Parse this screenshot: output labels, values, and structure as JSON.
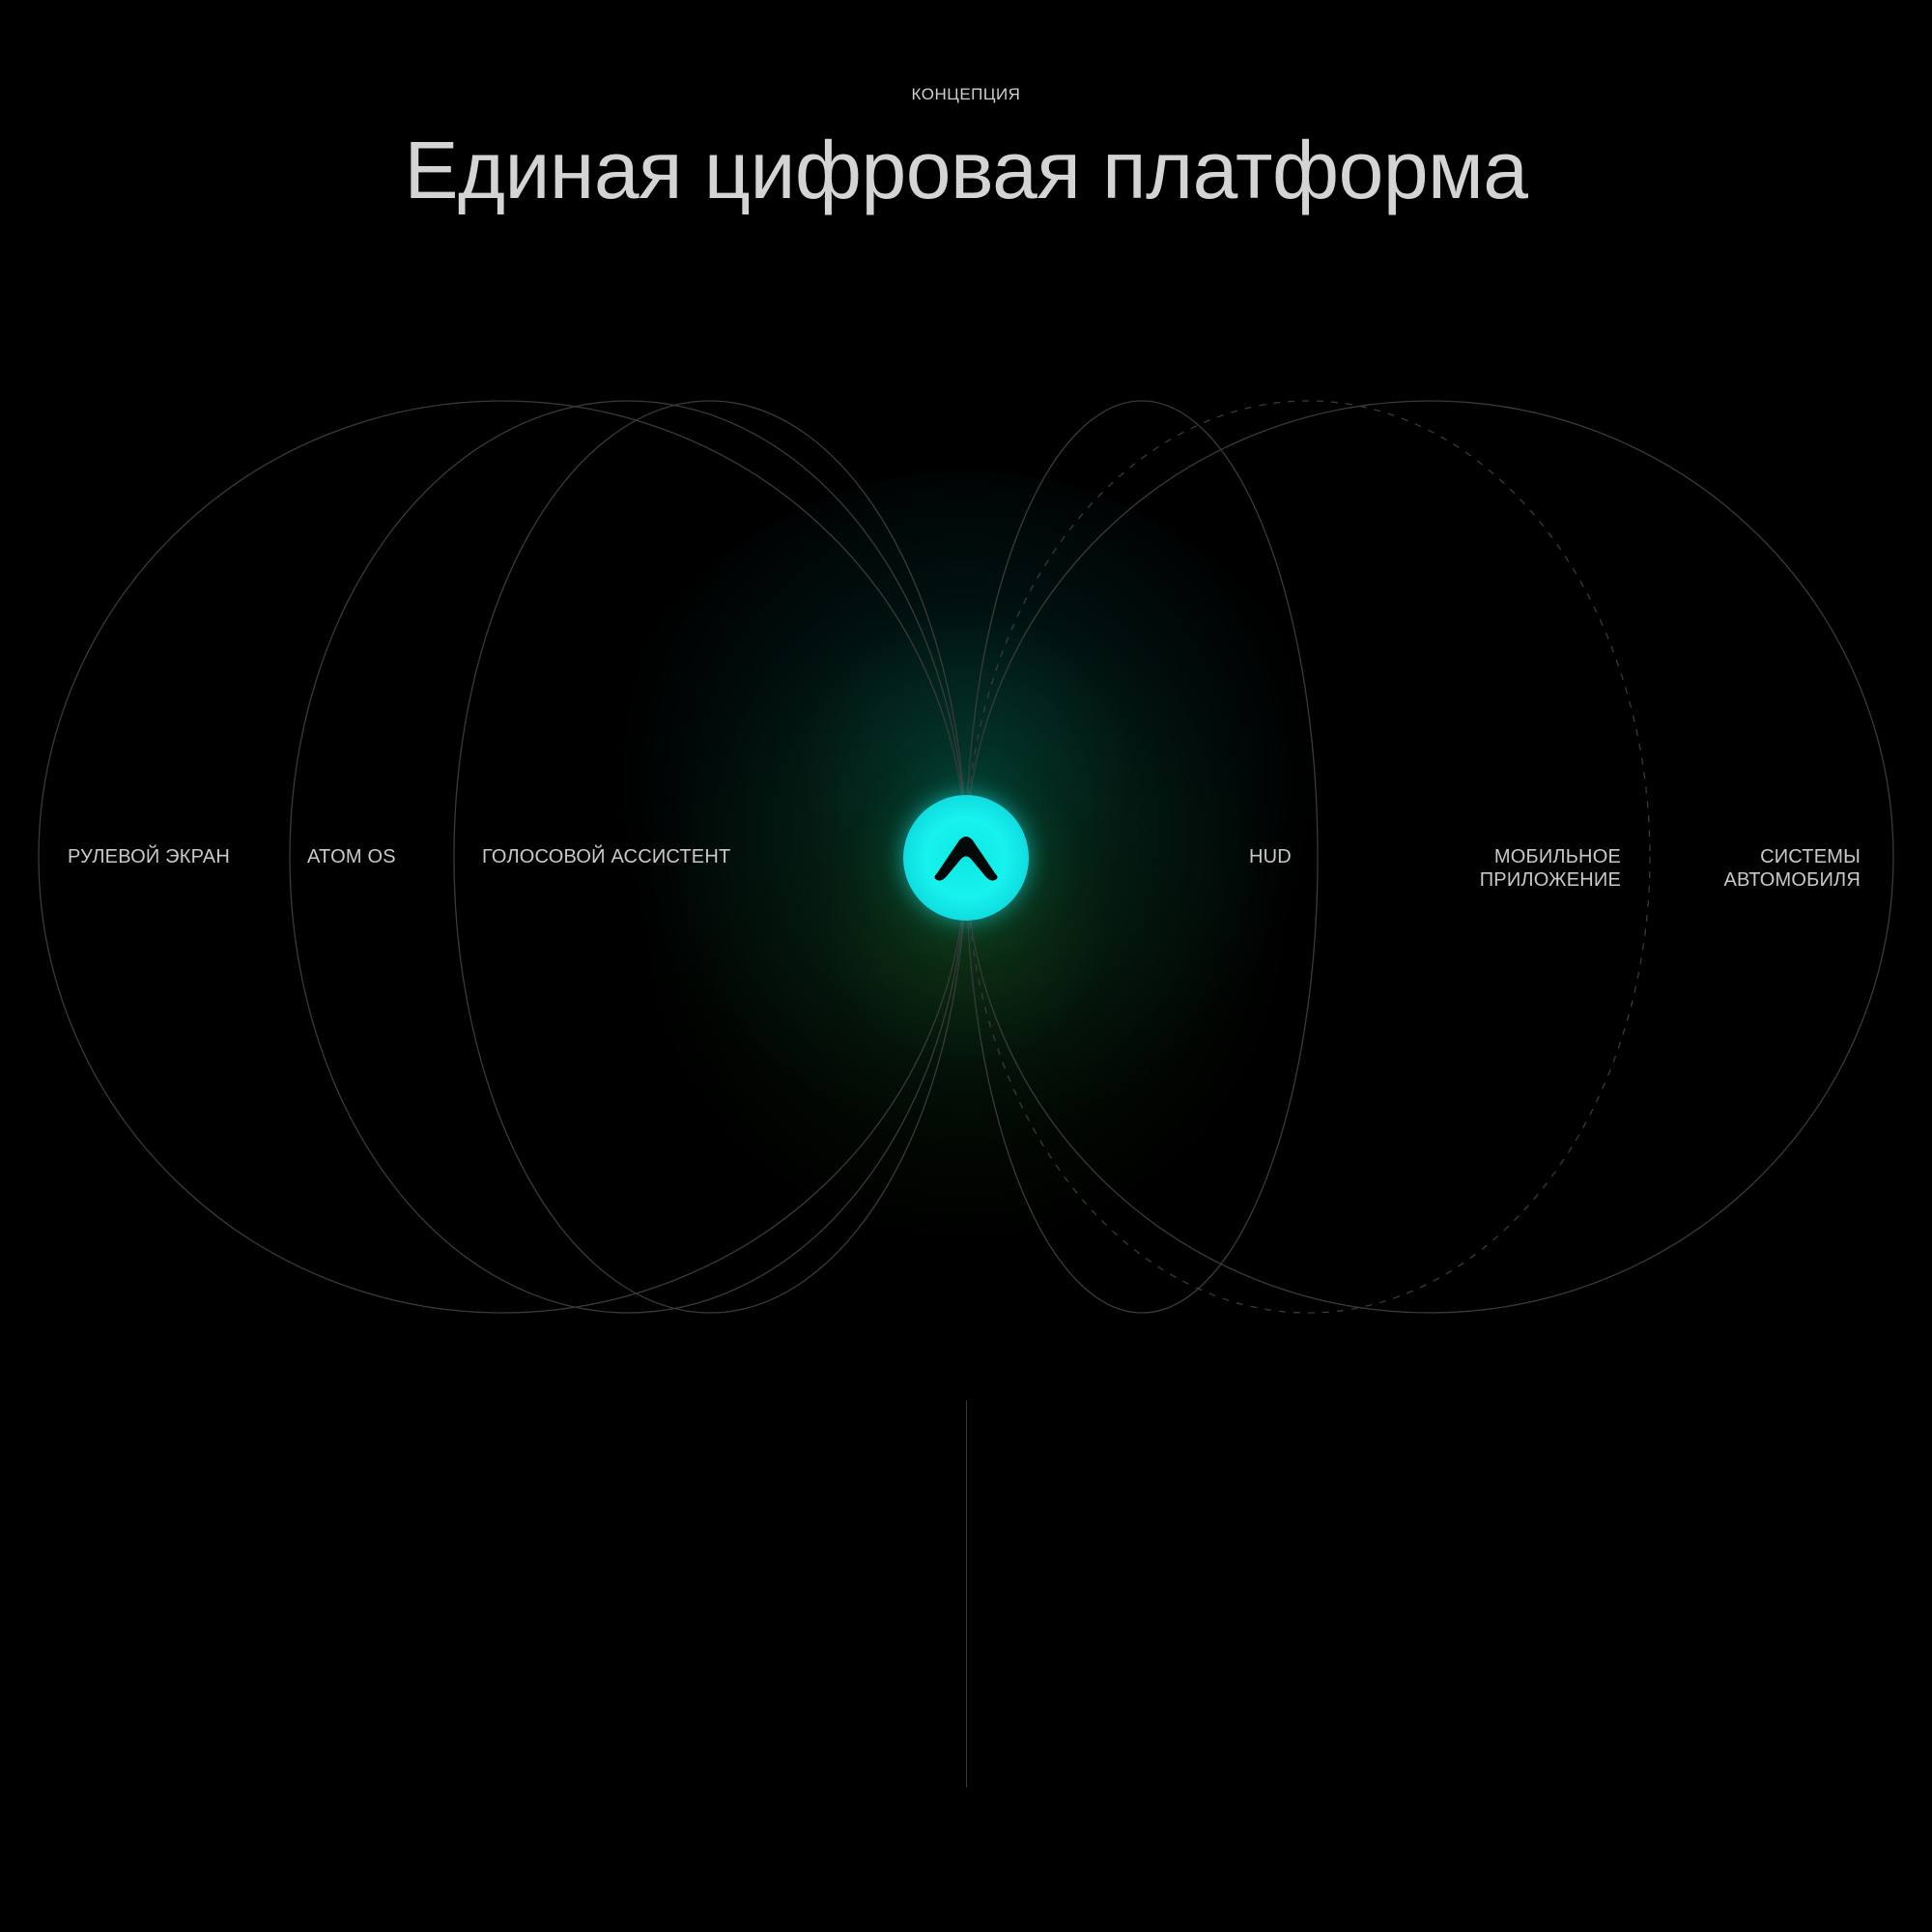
{
  "header": {
    "eyebrow": "КОНЦЕПЦИЯ",
    "title": "Единая цифровая платформа"
  },
  "diagram": {
    "hub": {
      "icon": "chevron-up-logo-icon",
      "color": "#17f2ee"
    },
    "nodes": {
      "steering_screen": "РУЛЕВОЙ ЭКРАН",
      "atom_os": "ATOM OS",
      "voice_assistant": "ГОЛОСОВОЙ АССИСТЕНТ",
      "hud": "HUD",
      "mobile_app": {
        "line1": "МОБИЛЬНОЕ",
        "line2": "ПРИЛОЖЕНИЕ"
      },
      "car_systems": {
        "line1": "СИСТЕМЫ",
        "line2": "АВТОМОБИЛЯ"
      }
    },
    "colors": {
      "background": "#000000",
      "orbit_stroke": "#3a3a3a",
      "glow_teal": "#007a70",
      "glow_green": "#2a6e1e"
    }
  }
}
